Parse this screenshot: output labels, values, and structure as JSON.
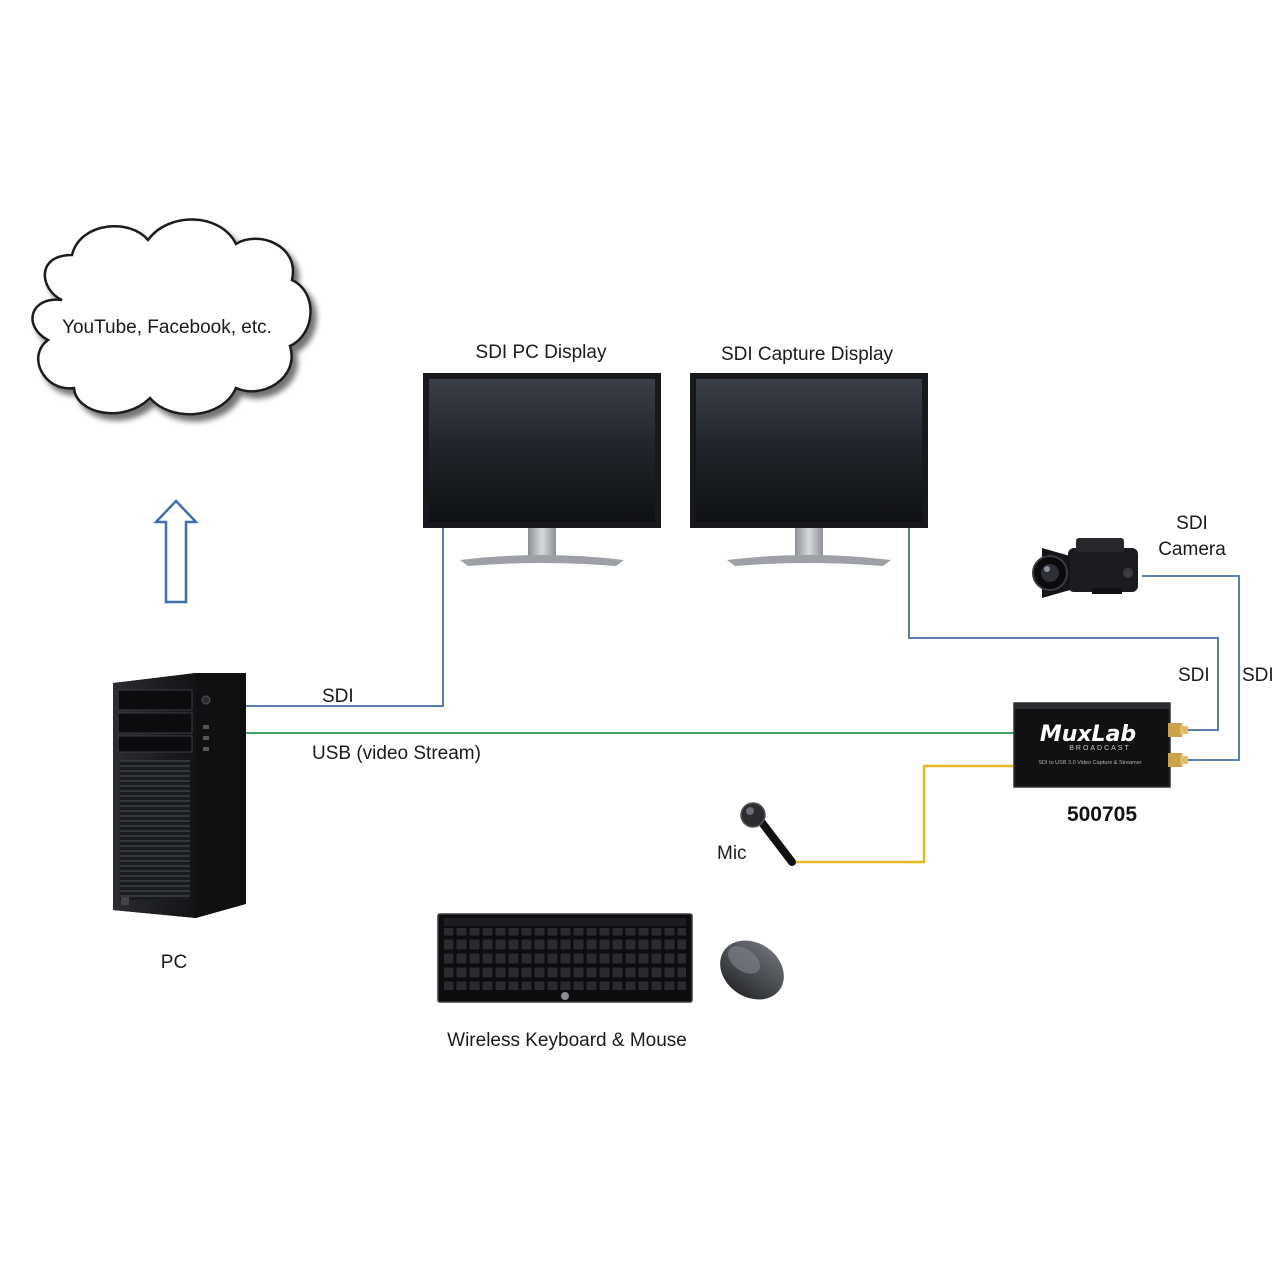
{
  "labels": {
    "cloud": "YouTube, Facebook, etc.",
    "sdi_pc_display": "SDI PC Display",
    "sdi_capture_display": "SDI Capture Display",
    "camera_line1": "SDI",
    "camera_line2": "Camera",
    "sdi_pc_link": "SDI",
    "usb_link": "USB  (video Stream)",
    "sdi_capture_link": "SDI",
    "sdi_camera_link": "SDI",
    "device_model": "500705",
    "mic": "Mic",
    "pc": "PC",
    "keyboard_mouse": "Wireless Keyboard & Mouse"
  },
  "device": {
    "brand": "MuxLab",
    "sub_brand": "BROADCAST",
    "caption": "SDI to USB 3.0 Video Capture & Streamer"
  },
  "colors": {
    "sdi_wire": "#5b7fa8",
    "usb_wire": "#3fa06a",
    "audio_wire": "#e8b820",
    "upload_arrow": "#3f6fae"
  }
}
